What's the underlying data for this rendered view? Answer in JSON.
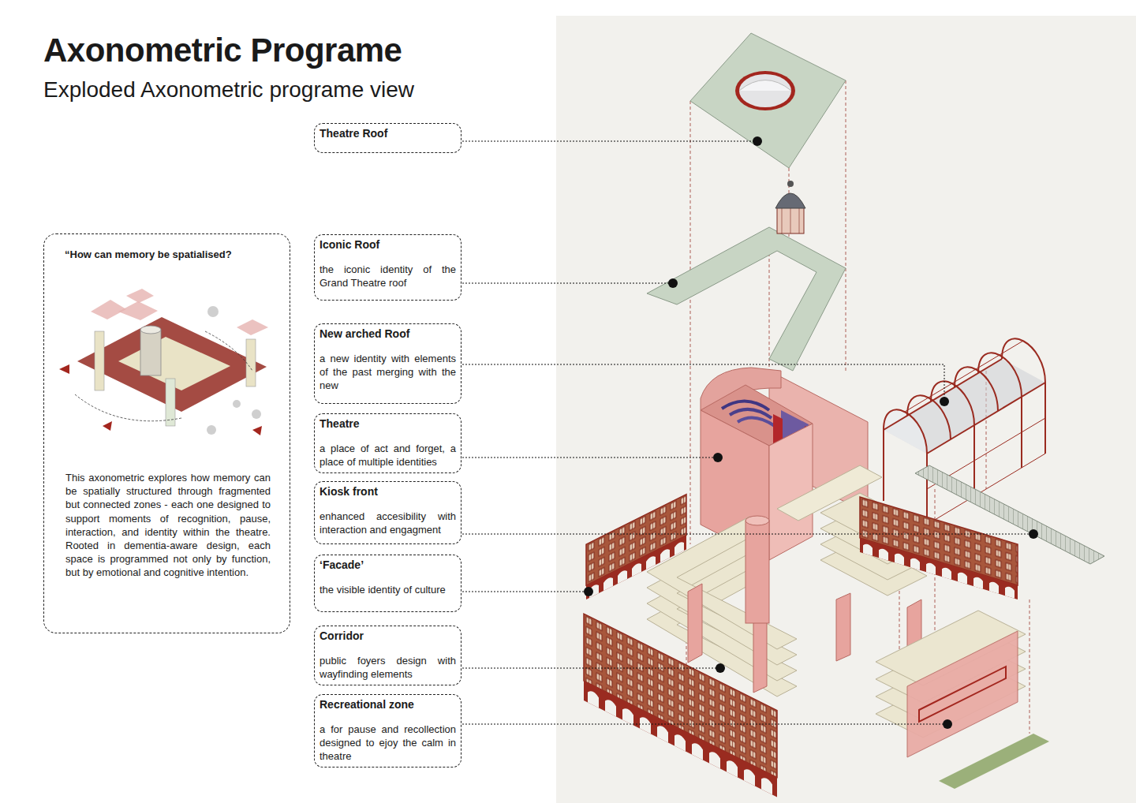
{
  "diagram": {
    "title": "Axonometric Programe",
    "caption": "Exploded Axonometric programe view",
    "nodes": [
      {
        "text": [
          "“How can memory be spatialised?",
          "This axonometric explores how memory can be spatially structured through fragmented but connected zones - each one designed to support moments of recognition, pause, interaction, and identity within the theatre. Rooted in dementia-aware design, each space is programmed not only by function, but by emotional and cognitive intention."
        ]
      },
      {
        "text": [
          "Theatre Roof"
        ]
      },
      {
        "text": [
          "Iconic Roof",
          "the iconic identity of the Grand Theatre roof"
        ]
      },
      {
        "text": [
          "New arched Roof",
          "a new identity with elements of the past merging with the new"
        ]
      },
      {
        "text": [
          "Theatre",
          "a place of act and forget, a place of multiple identities"
        ]
      },
      {
        "text": [
          "Kiosk front",
          "enhanced accesibility with interaction and engagment"
        ]
      },
      {
        "text": [
          "‘Facade’",
          "the visible identity of culture"
        ]
      },
      {
        "text": [
          "Corridor",
          "public foyers design with wayfinding elements"
        ]
      },
      {
        "text": [
          "Recreational zone",
          "a for pause and recollection designed to ejoy the calm in theatre"
        ]
      }
    ]
  }
}
